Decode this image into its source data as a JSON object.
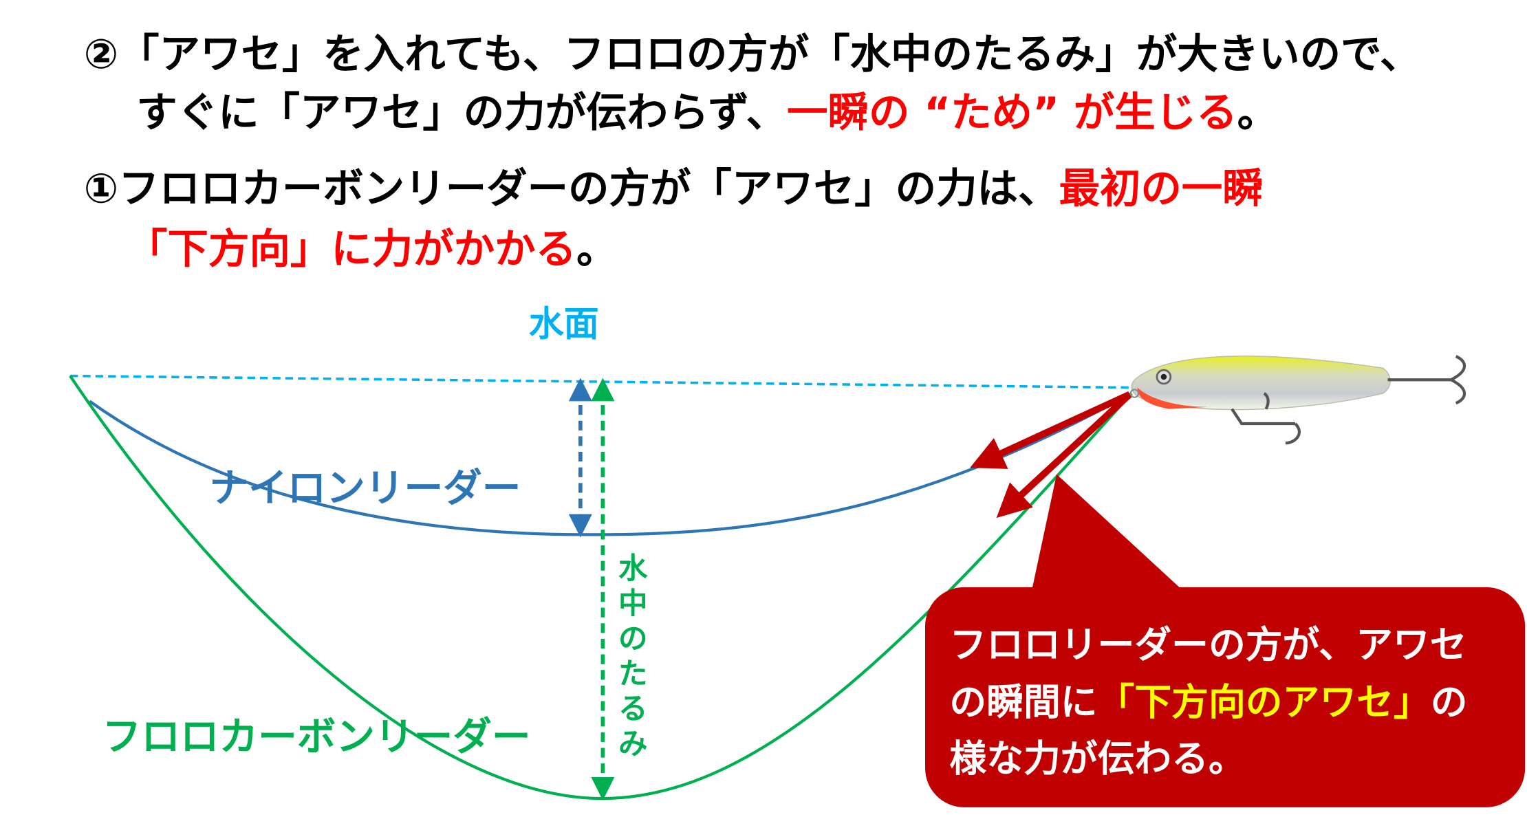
{
  "colors": {
    "black": "#000000",
    "red": "#ff0000",
    "dark_red": "#c00000",
    "surface": "#00b0f0",
    "nylon": "#2e75b6",
    "fluoro": "#00b050",
    "highlight": "#ffff00"
  },
  "heading": {
    "line1": "②「アワセ」を入れても、フロロの方が「水中のたるみ」が大きいので、",
    "line2_a": "すぐに「アワセ」の力が伝わらず、",
    "line2_red": "一瞬の “ため” が生じる",
    "line2_b": "。",
    "line3_a": "①フロロカーボンリーダーの方が「アワセ」の力は、",
    "line3_red": "最初の一瞬",
    "line4_red": "「下方向」に力がかかる",
    "line4_b": "。"
  },
  "diagram": {
    "surface_label": "水面",
    "nylon_label": "ナイロンリーダー",
    "fluoro_label": "フロロカーボンリーダー",
    "slack_label": [
      "水",
      "中",
      "の",
      "た",
      "る",
      "み"
    ]
  },
  "callout": {
    "line1": "フロロリーダーの方が、アワセ",
    "line2_a": "の瞬間に",
    "line2_yellow": "「下方向のアワセ」",
    "line2_b": "の",
    "line3": "様な力が伝わる。"
  }
}
